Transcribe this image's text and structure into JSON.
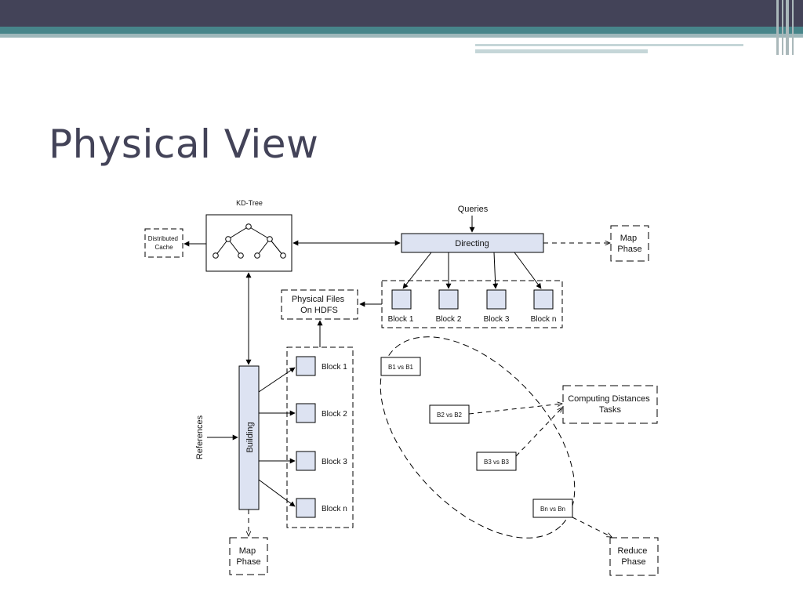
{
  "slide": {
    "title": "Physical View"
  },
  "diagram": {
    "kd_tree_label": "KD-Tree",
    "distributed_cache": [
      "Distributed",
      "Cache"
    ],
    "queries_label": "Queries",
    "directing_label": "Directing",
    "map_phase_top": [
      "Map",
      "Phase"
    ],
    "physical_files": [
      "Physical Files",
      "On HDFS"
    ],
    "top_blocks": [
      "Block 1",
      "Block 2",
      "Block 3",
      "Block n"
    ],
    "references_label": "References",
    "building_label": "Building",
    "left_blocks": [
      "Block 1",
      "Block 2",
      "Block 3",
      "Block n"
    ],
    "map_phase_bottom": [
      "Map",
      "Phase"
    ],
    "comparisons": [
      "B1 vs B1",
      "B2 vs B2",
      "B3 vs B3",
      "Bn vs Bn"
    ],
    "computing_distances": [
      "Computing Distances",
      "Tasks"
    ],
    "reduce_phase": [
      "Reduce",
      "Phase"
    ]
  },
  "colors": {
    "header_dark": "#434358",
    "header_teal": "#47858a",
    "box_fill": "#dde3f2",
    "title": "#434358"
  }
}
